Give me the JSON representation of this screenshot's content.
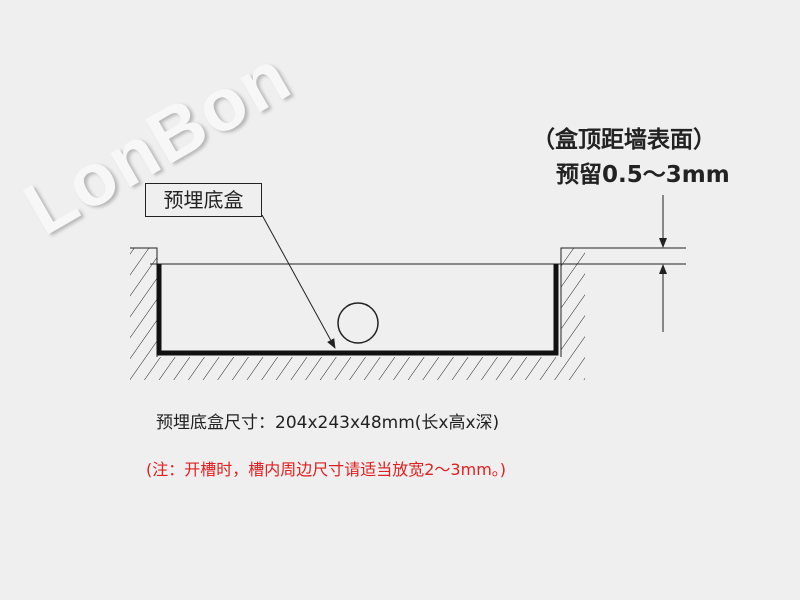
{
  "watermark": "LonBon",
  "annotation_top": {
    "line1": "（盒顶距墙表面）",
    "line2": "预留0.5～3mm"
  },
  "box_label": "预埋底盒",
  "dimensions_text": "预埋底盒尺寸：204x243x48mm(长x高x深)",
  "note_text": "(注：开槽时，槽内周边尺寸请适当放宽2～3mm。)",
  "colors": {
    "background": "#efefef",
    "line": "#222222",
    "note": "#e02020"
  }
}
